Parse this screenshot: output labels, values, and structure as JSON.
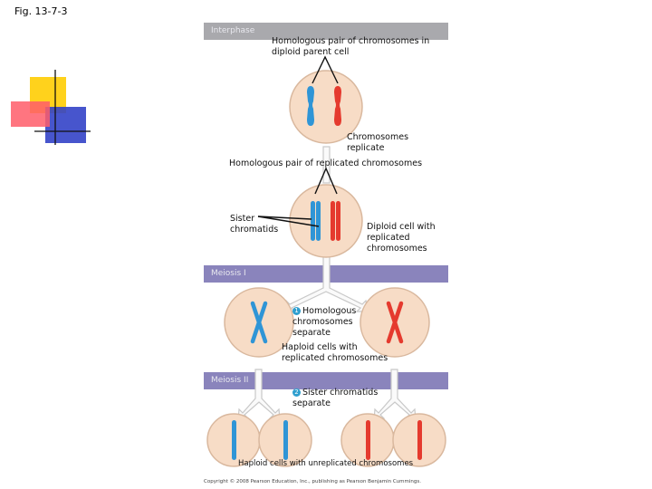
{
  "figure_label": "Fig. 13-7-3",
  "bands": {
    "interphase": "Interphase",
    "meiosis1": "Meiosis I",
    "meiosis2": "Meiosis II"
  },
  "labels": {
    "homologous_pair": "Homologous pair of chromosomes in diploid parent cell",
    "chromosomes_replicate": "Chromosomes replicate",
    "homologous_replicated": "Homologous pair of replicated chromosomes",
    "sister_chromatids": "Sister chromatids",
    "diploid_cell": "Diploid cell with replicated chromosomes",
    "step1_number": "1",
    "step1_text": "Homologous chromosomes separate",
    "haploid_replicated": "Haploid cells with replicated chromosomes",
    "step2_number": "2",
    "step2_text": "Sister chromatids separate",
    "haploid_unreplicated": "Haploid cells with unreplicated chromosomes"
  },
  "copyright": "Copyright © 2008 Pearson Education, Inc., publishing as Pearson Benjamin Cummings.",
  "colors": {
    "interphase_band": "#a9a9ad",
    "meiosis_band": "#8a84bc",
    "cell_fill": "#f7dcc6",
    "cell_stroke": "#d9b89e",
    "blue_chromosome": "#2f95d6",
    "red_chromosome": "#e53a2e",
    "arrow": "#c8c8c8"
  }
}
